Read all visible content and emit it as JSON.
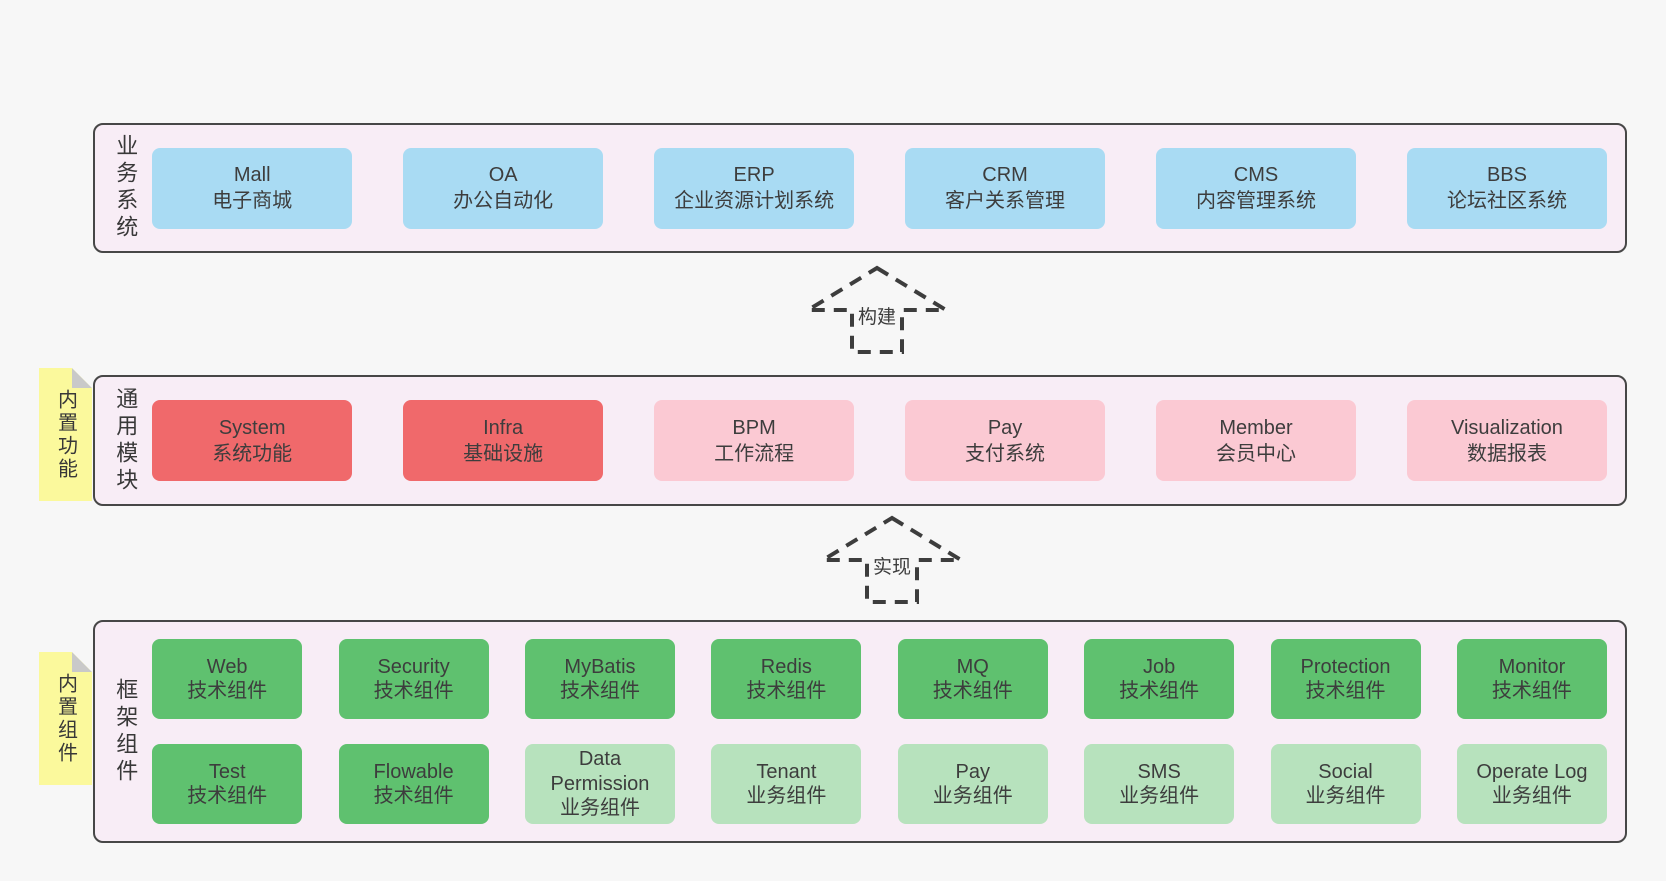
{
  "palette": {
    "page_bg": "#f7f7f7",
    "panel_bg": "#f8edf6",
    "panel_border": "#474747",
    "blue": "#a9dbf3",
    "red": "#f0696b",
    "pink": "#fbc9d3",
    "green": "#5fc16f",
    "light_green": "#b7e2bd",
    "sticky_yellow": "#fbf99c",
    "fold_gray": "#c9c9c9",
    "text": "#3d3d3d"
  },
  "arrows": [
    {
      "label": "构建"
    },
    {
      "label": "实现"
    }
  ],
  "sections": [
    {
      "side_label": "业务系统",
      "rows": [
        [
          {
            "en": "Mall",
            "cn": "电子商城",
            "variant": "blue"
          },
          {
            "en": "OA",
            "cn": "办公自动化",
            "variant": "blue"
          },
          {
            "en": "ERP",
            "cn": "企业资源计划系统",
            "variant": "blue"
          },
          {
            "en": "CRM",
            "cn": "客户关系管理",
            "variant": "blue"
          },
          {
            "en": "CMS",
            "cn": "内容管理系统",
            "variant": "blue"
          },
          {
            "en": "BBS",
            "cn": "论坛社区系统",
            "variant": "blue"
          }
        ]
      ]
    },
    {
      "sticky_label": "内置功能",
      "side_label": "通用模块",
      "rows": [
        [
          {
            "en": "System",
            "cn": "系统功能",
            "variant": "red"
          },
          {
            "en": "Infra",
            "cn": "基础设施",
            "variant": "red"
          },
          {
            "en": "BPM",
            "cn": "工作流程",
            "variant": "pink"
          },
          {
            "en": "Pay",
            "cn": "支付系统",
            "variant": "pink"
          },
          {
            "en": "Member",
            "cn": "会员中心",
            "variant": "pink"
          },
          {
            "en": "Visualization",
            "cn": "数据报表",
            "variant": "pink"
          }
        ]
      ]
    },
    {
      "sticky_label": "内置组件",
      "side_label": "框架组件",
      "rows": [
        [
          {
            "en": "Web",
            "cn": "技术组件",
            "variant": "green"
          },
          {
            "en": "Security",
            "cn": "技术组件",
            "variant": "green"
          },
          {
            "en": "MyBatis",
            "cn": "技术组件",
            "variant": "green"
          },
          {
            "en": "Redis",
            "cn": "技术组件",
            "variant": "green"
          },
          {
            "en": "MQ",
            "cn": "技术组件",
            "variant": "green"
          },
          {
            "en": "Job",
            "cn": "技术组件",
            "variant": "green"
          },
          {
            "en": "Protection",
            "cn": "技术组件",
            "variant": "green"
          },
          {
            "en": "Monitor",
            "cn": "技术组件",
            "variant": "green"
          }
        ],
        [
          {
            "en": "Test",
            "cn": "技术组件",
            "variant": "green"
          },
          {
            "en": "Flowable",
            "cn": "技术组件",
            "variant": "green"
          },
          {
            "en": "Data Permission",
            "cn": "业务组件",
            "variant": "lightgreen"
          },
          {
            "en": "Tenant",
            "cn": "业务组件",
            "variant": "lightgreen"
          },
          {
            "en": "Pay",
            "cn": "业务组件",
            "variant": "lightgreen"
          },
          {
            "en": "SMS",
            "cn": "业务组件",
            "variant": "lightgreen"
          },
          {
            "en": "Social",
            "cn": "业务组件",
            "variant": "lightgreen"
          },
          {
            "en": "Operate Log",
            "cn": "业务组件",
            "variant": "lightgreen"
          }
        ]
      ]
    }
  ]
}
